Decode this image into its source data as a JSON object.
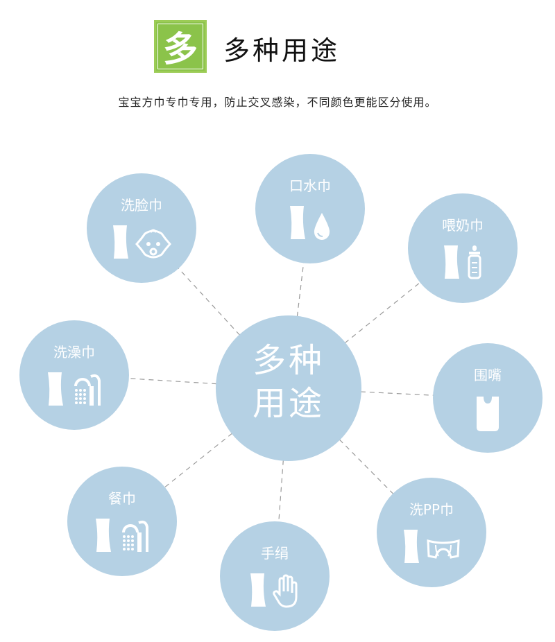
{
  "header": {
    "badge_char": "多",
    "title": "多种用途",
    "subtitle": "宝宝方巾专巾专用，防止交叉感染，不同颜色更能区分使用。"
  },
  "center": {
    "line1": "多种",
    "line2": "用途"
  },
  "uses": [
    {
      "label": "洗脸巾",
      "icon": "baby-face-icon"
    },
    {
      "label": "口水巾",
      "icon": "water-drop-icon"
    },
    {
      "label": "喂奶巾",
      "icon": "baby-bottle-icon"
    },
    {
      "label": "洗澡巾",
      "icon": "shower-icon"
    },
    {
      "label": "围嘴",
      "icon": "bib-icon"
    },
    {
      "label": "餐巾",
      "icon": "shower-icon"
    },
    {
      "label": "手绢",
      "icon": "hand-icon"
    },
    {
      "label": "洗PP巾",
      "icon": "underpants-icon"
    }
  ],
  "colors": {
    "circle": "#b5d1e4",
    "badge": "#8bc34a"
  }
}
